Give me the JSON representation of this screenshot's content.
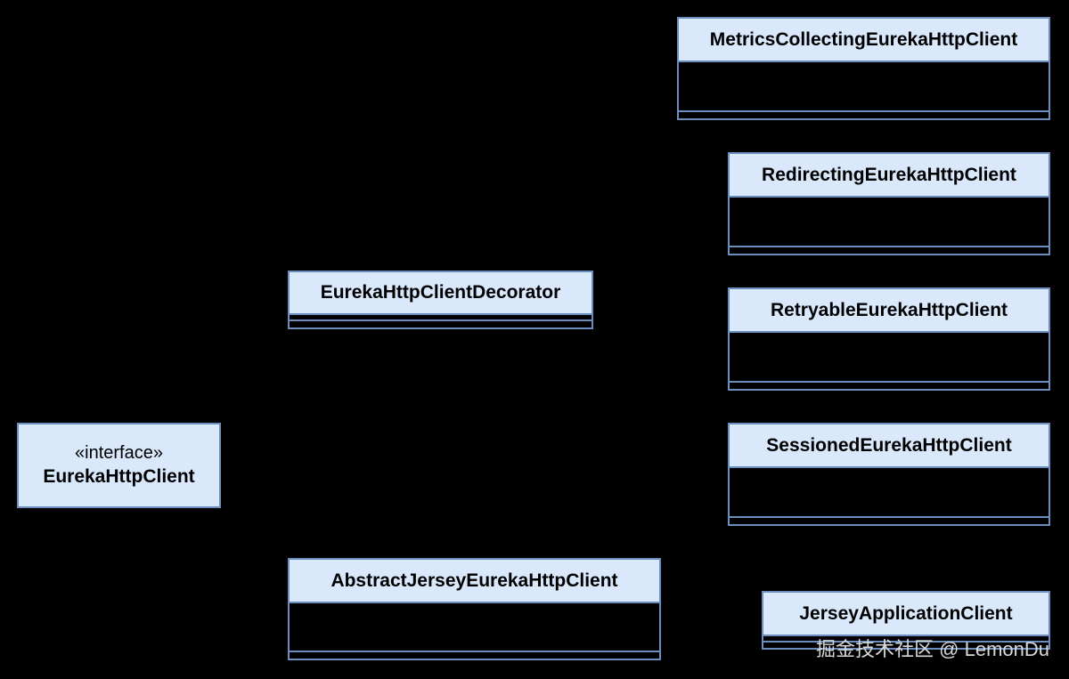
{
  "interface": {
    "stereotype": "«interface»",
    "name": "EurekaHttpClient"
  },
  "classes": {
    "decorator": "EurekaHttpClientDecorator",
    "abstract_jersey": "AbstractJerseyEurekaHttpClient",
    "metrics": "MetricsCollectingEurekaHttpClient",
    "redirecting": "RedirectingEurekaHttpClient",
    "retryable": "RetryableEurekaHttpClient",
    "sessioned": "SessionedEurekaHttpClient",
    "jersey_app": "JerseyApplicationClient"
  },
  "watermark": "掘金技术社区 @ LemonDu"
}
